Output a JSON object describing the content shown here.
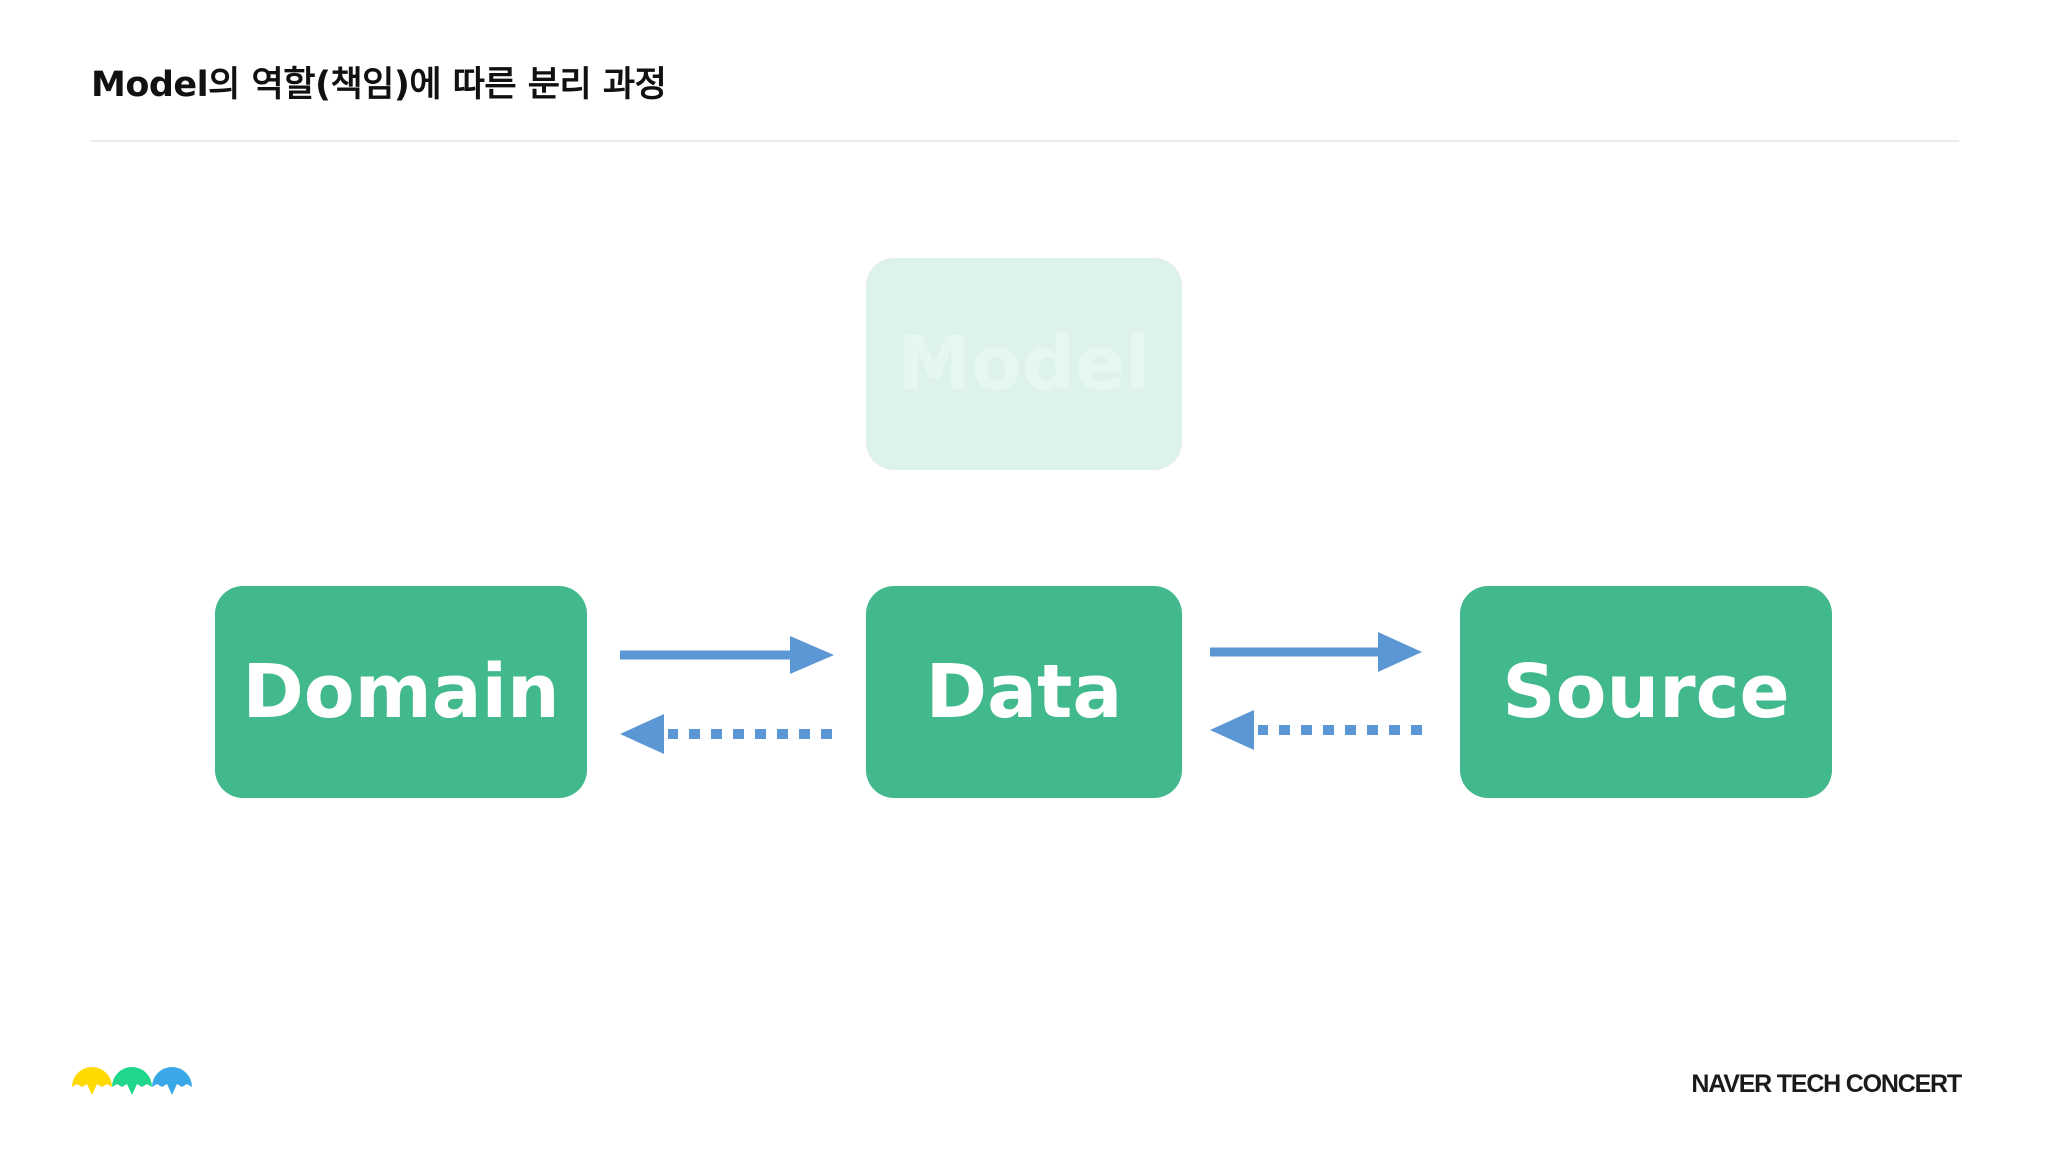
{
  "title": "Model의 역할(책임)에 따른 분리 과정",
  "diagram": {
    "nodes": [
      {
        "id": "model",
        "label": "Model",
        "state": "faded"
      },
      {
        "id": "domain",
        "label": "Domain",
        "state": "active"
      },
      {
        "id": "data",
        "label": "Data",
        "state": "active"
      },
      {
        "id": "source",
        "label": "Source",
        "state": "active"
      }
    ],
    "edges": [
      {
        "from": "domain",
        "to": "data",
        "style": "solid"
      },
      {
        "from": "data",
        "to": "domain",
        "style": "dotted"
      },
      {
        "from": "data",
        "to": "source",
        "style": "solid"
      },
      {
        "from": "source",
        "to": "data",
        "style": "dotted"
      }
    ]
  },
  "colors": {
    "node_fill": "#42b98c",
    "node_faded_fill": "#ddf2ea",
    "arrow": "#5b97d5",
    "logo_yellow": "#ffd900",
    "logo_green": "#20d68a",
    "logo_blue": "#3aa8e8"
  },
  "footer": {
    "brand": "NAVER TECH CONCERT",
    "logo_icon": "three-umbrella-logo"
  }
}
